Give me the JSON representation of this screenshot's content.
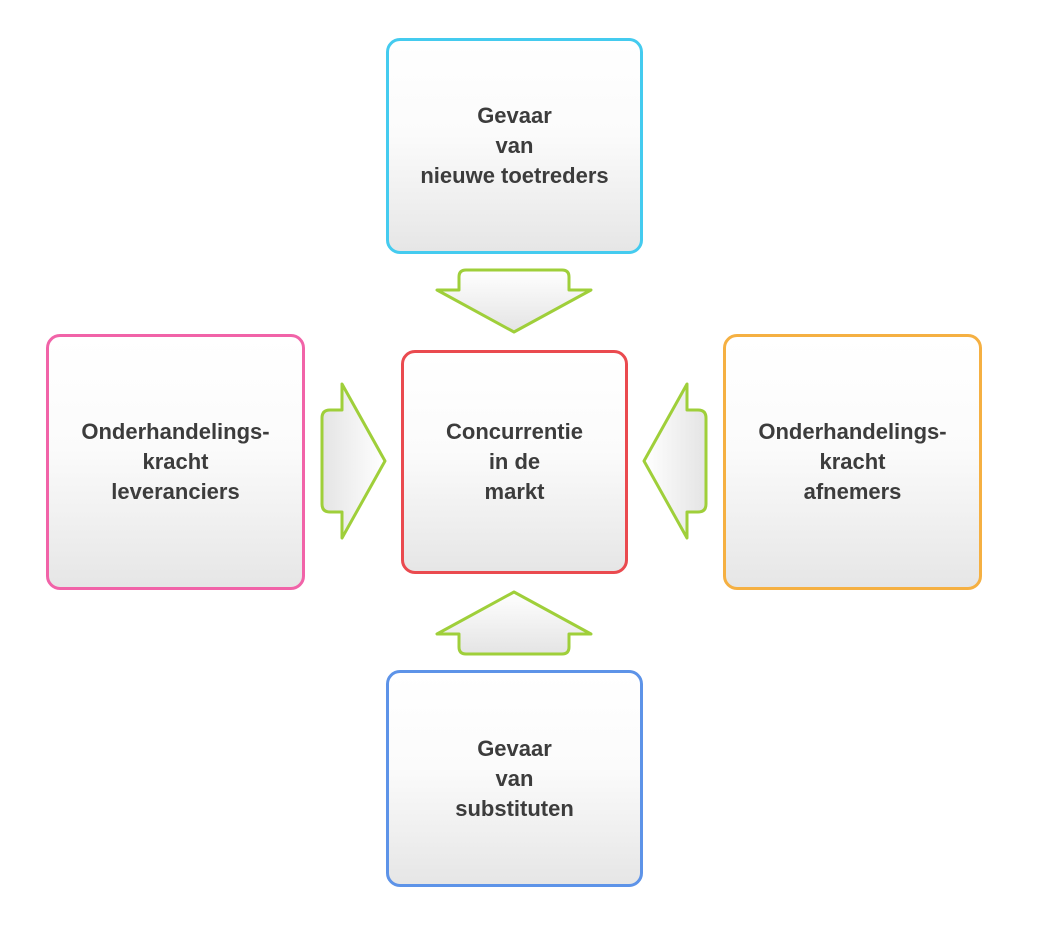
{
  "colors": {
    "top_border": "#44cbef",
    "left_border": "#f163a8",
    "center_border": "#ea4a4f",
    "right_border": "#f5b042",
    "bottom_border": "#5d93e8",
    "arrow_stroke": "#9fcf3a"
  },
  "boxes": {
    "top": {
      "lines": [
        "Gevaar",
        "van",
        "nieuwe toetreders"
      ]
    },
    "left": {
      "lines": [
        "Onderhandelings-",
        "kracht",
        "leveranciers"
      ]
    },
    "center": {
      "lines": [
        "Concurrentie",
        "in de",
        "markt"
      ]
    },
    "right": {
      "lines": [
        "Onderhandelings-",
        "kracht",
        "afnemers"
      ]
    },
    "bottom": {
      "lines": [
        "Gevaar",
        "van",
        "substituten"
      ]
    }
  },
  "arrows": [
    "arrow-down",
    "arrow-right",
    "arrow-left",
    "arrow-up"
  ]
}
